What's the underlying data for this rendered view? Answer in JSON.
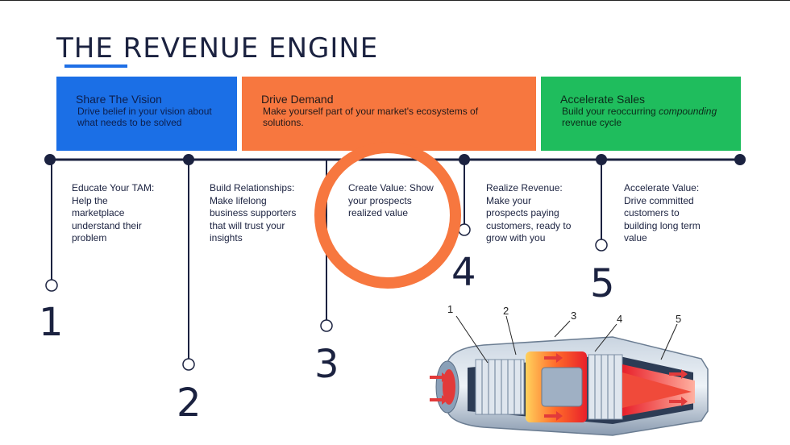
{
  "title": "THE REVENUE ENGINE",
  "colors": {
    "accent": "#1e6fe6",
    "blue": "#1b6fe6",
    "orange": "#f7773f",
    "green": "#1fbd5d",
    "navy": "#1b2240"
  },
  "bands": [
    {
      "title": "Share The Vision",
      "desc": [
        "Drive belief in your vision about",
        "what needs to be solved"
      ]
    },
    {
      "title": "Drive Demand",
      "desc": [
        "Make yourself part of your market's ecosystems of",
        "solutions."
      ]
    },
    {
      "title": "Accelerate Sales",
      "desc_prefix": "Build your reoccurring ",
      "desc_emph": "compounding",
      "desc_suffix": "revenue cycle"
    }
  ],
  "steps": [
    {
      "number": "1",
      "lines": [
        "Educate Your TAM:",
        "Help the",
        "marketplace",
        "understand their",
        "problem"
      ]
    },
    {
      "number": "2",
      "lines": [
        "Build Relationships:",
        "Make lifelong",
        "business supporters",
        "that will trust your",
        "insights"
      ]
    },
    {
      "number": "3",
      "lines": [
        "Create Value: Show",
        "your prospects",
        "realized value"
      ]
    },
    {
      "number": "4",
      "lines": [
        "Realize Revenue:",
        "Make your",
        "prospects paying",
        "customers, ready to",
        "grow with you"
      ]
    },
    {
      "number": "5",
      "lines": [
        "Accelerate Value:",
        "Drive committed",
        "customers to",
        "building long term",
        "value"
      ]
    }
  ],
  "engine_labels": [
    "1",
    "2",
    "3",
    "4",
    "5"
  ]
}
